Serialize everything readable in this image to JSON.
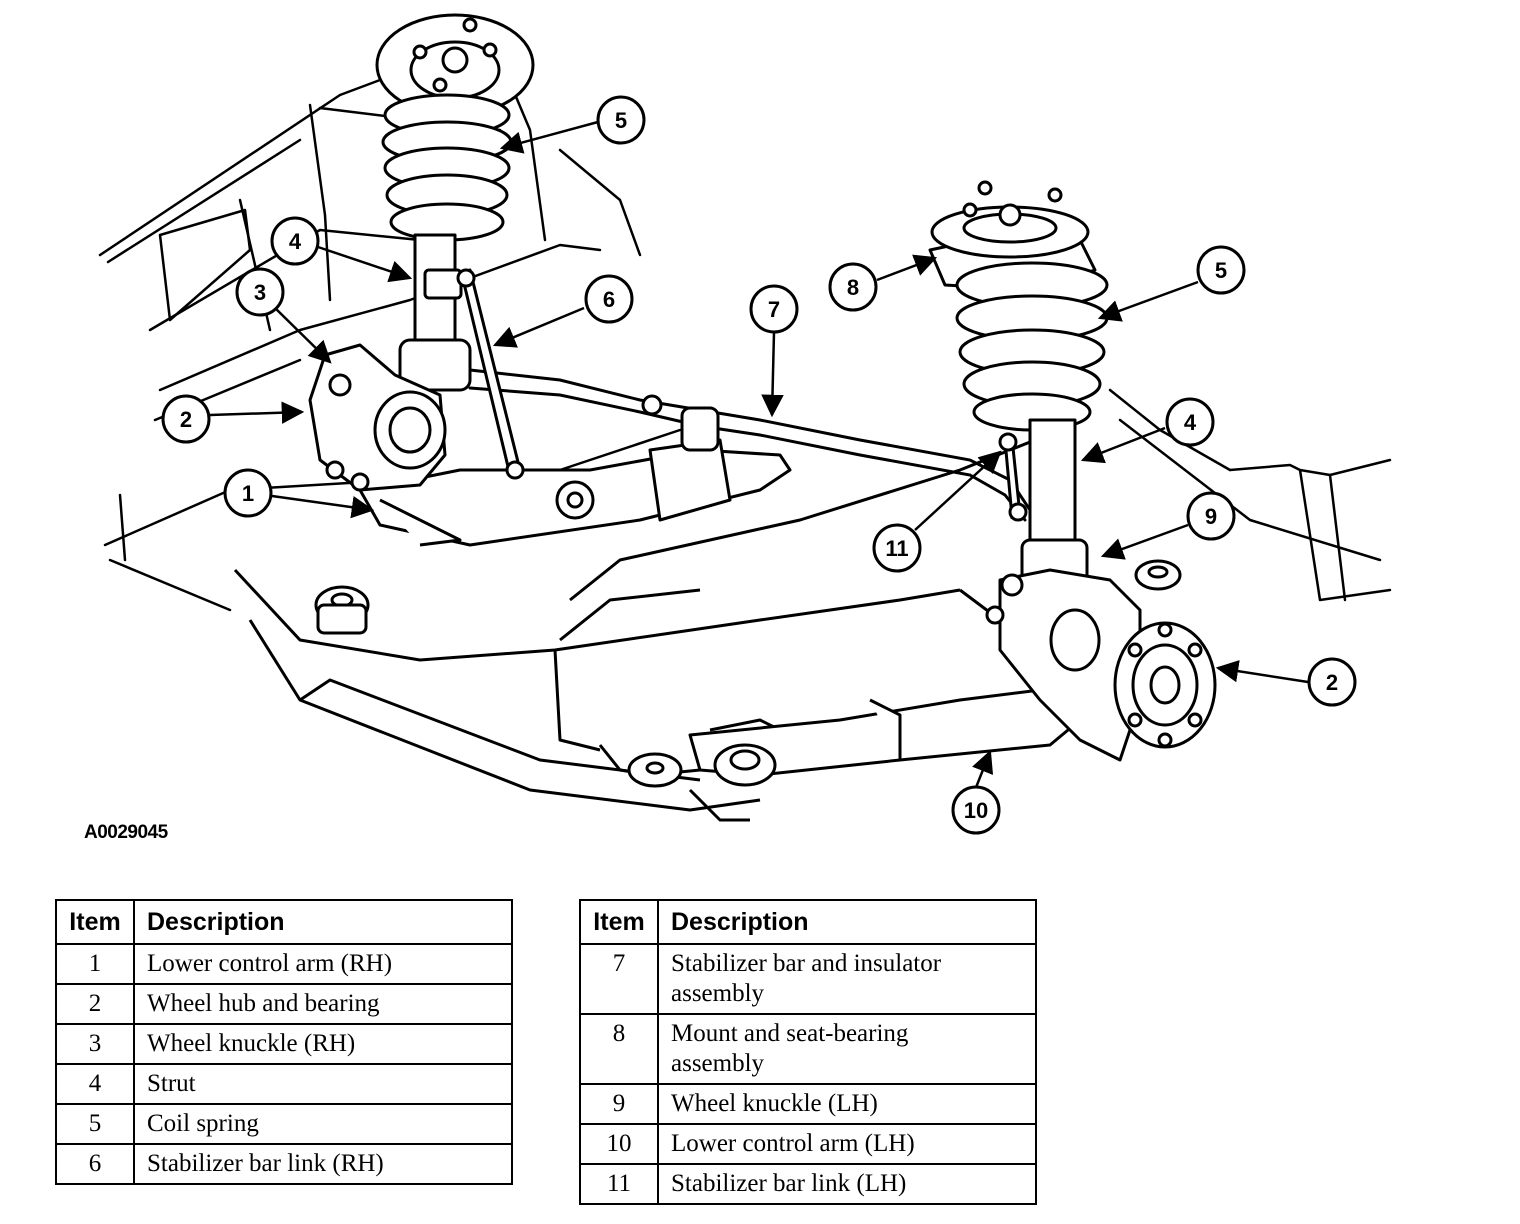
{
  "figure_id": "A0029045",
  "callouts": [
    "5",
    "4",
    "3",
    "6",
    "2",
    "1",
    "8",
    "7",
    "5",
    "4",
    "9",
    "11",
    "2",
    "10"
  ],
  "table_left": {
    "headers": [
      "Item",
      "Description"
    ],
    "rows": [
      {
        "item": "1",
        "desc": "Lower control arm (RH)"
      },
      {
        "item": "2",
        "desc": "Wheel hub and bearing"
      },
      {
        "item": "3",
        "desc": "Wheel knuckle (RH)"
      },
      {
        "item": "4",
        "desc": "Strut"
      },
      {
        "item": "5",
        "desc": "Coil spring"
      },
      {
        "item": "6",
        "desc": "Stabilizer bar link (RH)"
      }
    ]
  },
  "table_right": {
    "headers": [
      "Item",
      "Description"
    ],
    "rows": [
      {
        "item": "7",
        "desc_l1": "Stabilizer bar and insulator",
        "desc_l2": "assembly"
      },
      {
        "item": "8",
        "desc_l1": "Mount and seat-bearing",
        "desc_l2": "assembly"
      },
      {
        "item": "9",
        "desc_l1": "Wheel knuckle (LH)"
      },
      {
        "item": "10",
        "desc_l1": "Lower control arm (LH)"
      },
      {
        "item": "11",
        "desc_l1": "Stabilizer bar link (LH)"
      }
    ]
  }
}
